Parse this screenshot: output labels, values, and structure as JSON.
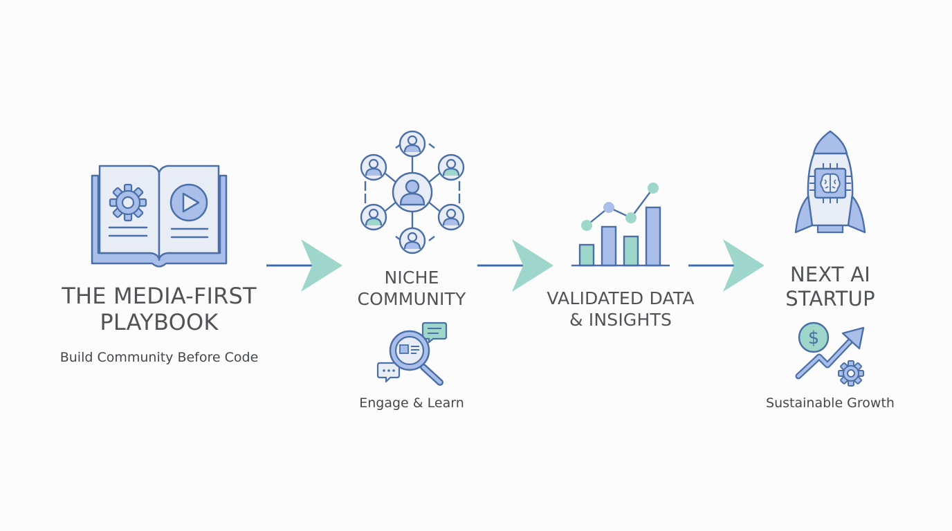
{
  "steps": [
    {
      "icon": "open-book-icon",
      "title_line1": "THE MEDIA-FIRST",
      "title_line2": "PLAYBOOK",
      "caption": "Build Community Before Code",
      "caption_icon": null
    },
    {
      "icon": "community-network-icon",
      "title_line1": "NICHE",
      "title_line2": "COMMUNITY",
      "caption": "Engage & Learn",
      "caption_icon": "magnifier-chat-icon"
    },
    {
      "icon": "data-chart-icon",
      "title_line1": "VALIDATED DATA",
      "title_line2": "& INSIGHTS",
      "caption": "",
      "caption_icon": null
    },
    {
      "icon": "ai-rocket-icon",
      "title_line1": "NEXT AI",
      "title_line2": "STARTUP",
      "caption": "Sustainable Growth",
      "caption_icon": "growth-dollar-gear-icon"
    }
  ],
  "connector_icon": "arrow-right-icon",
  "colors": {
    "line": "#4a6fa8",
    "fill_blue": "#a9bfe9",
    "fill_light": "#e6ebf3",
    "teal": "#9ed7c9",
    "connector_line": "#3d6fae",
    "connector_head": "#9ed6cb",
    "text": "#505256"
  }
}
